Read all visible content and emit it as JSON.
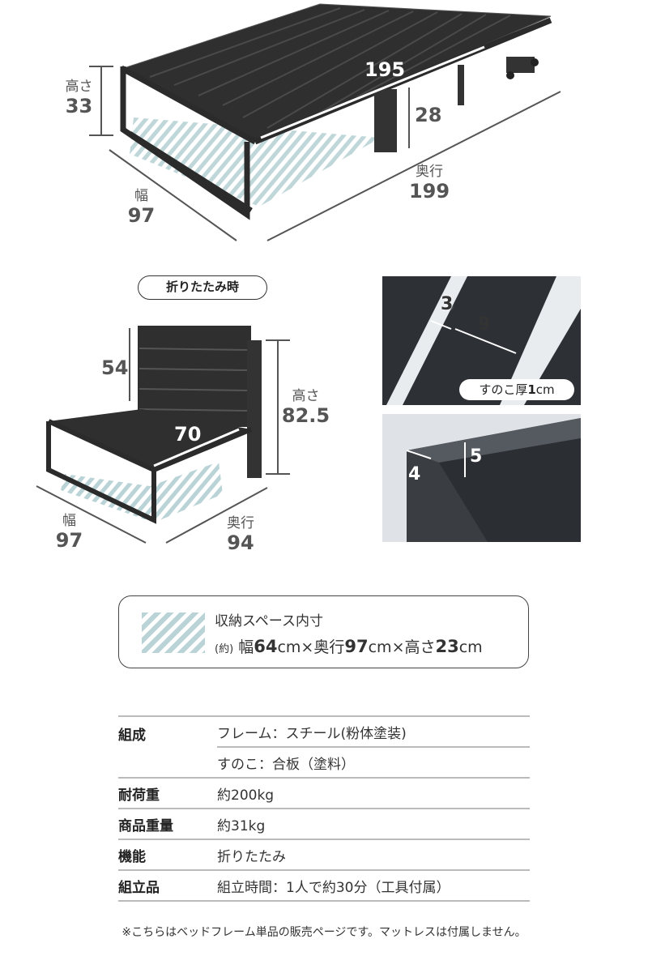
{
  "top_bed": {
    "height_label": "高さ",
    "height_value": "33",
    "length_value": "195",
    "leg_height_value": "28",
    "depth_label": "奥行",
    "depth_value": "199",
    "width_label": "幅",
    "width_value": "97"
  },
  "folded": {
    "badge": "折りたたみ時",
    "backrest_value": "54",
    "seat_value": "70",
    "height_label": "高さ",
    "height_value": "82.5",
    "width_label": "幅",
    "width_value": "97",
    "depth_label": "奥行",
    "depth_value": "94"
  },
  "detail_slats": {
    "slat_gap": "3",
    "slat_width": "9",
    "thickness_caption": "すのこ厚",
    "thickness_value": "1",
    "thickness_unit": "cm"
  },
  "detail_frame": {
    "frame_width": "4",
    "frame_height": "5"
  },
  "storage": {
    "title": "収納スペース内寸",
    "prefix": "(約)",
    "width_label": "幅",
    "width_value": "64",
    "depth_label": "奥行",
    "depth_value": "97",
    "height_label": "高さ",
    "height_value": "23",
    "unit": "cm",
    "times": "×"
  },
  "specs": [
    {
      "key": "組成",
      "values": [
        "フレーム：スチール(粉体塗装)",
        "すのこ：合板（塗料）"
      ]
    },
    {
      "key": "耐荷重",
      "values": [
        "約200kg"
      ]
    },
    {
      "key": "商品重量",
      "values": [
        "約31kg"
      ]
    },
    {
      "key": "機能",
      "values": [
        "折りたたみ"
      ]
    },
    {
      "key": "組立品",
      "values": [
        "組立時間：1人で約30分（工具付属）"
      ]
    }
  ],
  "note": "※こちらはベッドフレーム単品の販売ページです。マットレスは付属しません。",
  "colors": {
    "frame": "#2b2b2b",
    "hatch": "#b9d3d6",
    "dimension_text": "#555555"
  }
}
